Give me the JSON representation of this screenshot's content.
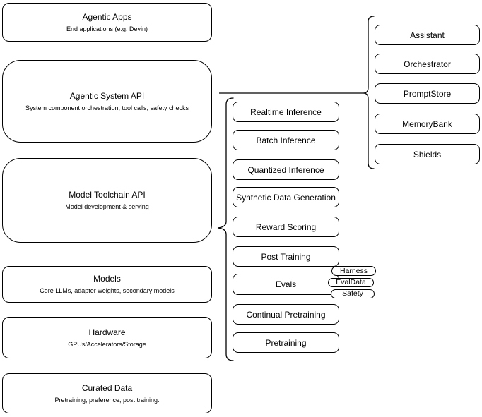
{
  "diagram": {
    "left_stack": [
      {
        "title": "Agentic Apps",
        "subtitle": "End applications (e.g. Devin)"
      },
      {
        "title": "Agentic System API",
        "subtitle": "System component orchestration, tool calls, safety checks"
      },
      {
        "title": "Model Toolchain API",
        "subtitle": "Model development & serving"
      },
      {
        "title": "Models",
        "subtitle": "Core LLMs, adapter weights, secondary models"
      },
      {
        "title": "Hardware",
        "subtitle": "GPUs/Accelerators/Storage"
      },
      {
        "title": "Curated Data",
        "subtitle": "Pretraining, preference, post training."
      }
    ],
    "toolchain_group": {
      "items": [
        "Realtime Inference",
        "Batch Inference",
        "Quantized Inference",
        "Synthetic Data Generation",
        "Reward Scoring",
        "Post Training",
        "Evals",
        "Continual Pretraining",
        "Pretraining"
      ],
      "evals_tags": [
        "Harness",
        "EvalData",
        "Safety"
      ]
    },
    "system_group": {
      "items": [
        "Assistant",
        "Orchestrator",
        "PromptStore",
        "MemoryBank",
        "Shields"
      ]
    },
    "colors": {
      "stroke": "#000000",
      "fill": "#ffffff",
      "text": "#000000"
    }
  }
}
